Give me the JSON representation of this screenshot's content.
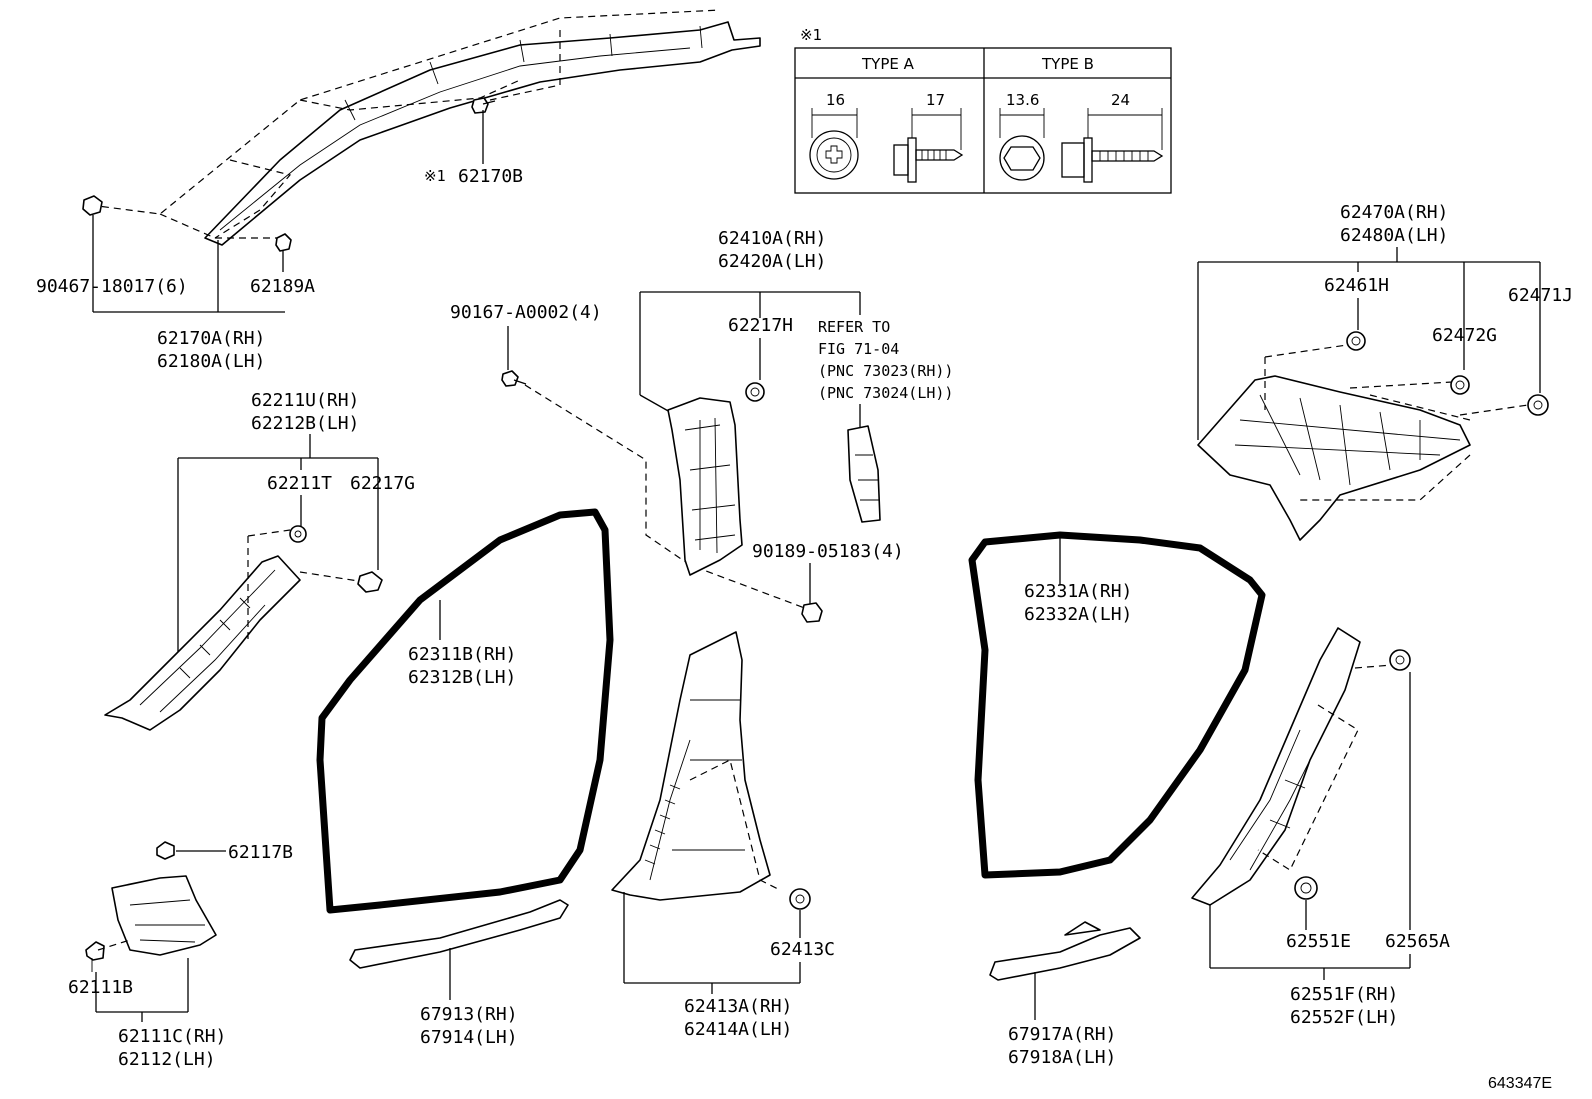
{
  "note_mark": "※1",
  "table": {
    "header_mark": "※1",
    "type_a": "TYPE A",
    "type_b": "TYPE B",
    "dims": {
      "a_head": "16",
      "a_len": "17",
      "b_head": "13.6",
      "b_len": "24"
    }
  },
  "labels": {
    "p62170B_mark": "※1",
    "p62170B": "62170B",
    "p90467": "90467-18017(6)",
    "p62189A": "62189A",
    "p62170A": "62170A(RH)",
    "p62180A": "62180A(LH)",
    "p62211U": "62211U(RH)",
    "p62212B": "62212B(LH)",
    "p62211T": "62211T",
    "p62217G": "62217G",
    "p90167": "90167-A0002(4)",
    "p62410A": "62410A(RH)",
    "p62420A": "62420A(LH)",
    "p62217H": "62217H",
    "refer1": "REFER TO",
    "refer2": "FIG 71-04",
    "refer3": "(PNC 73023(RH))",
    "refer4": "(PNC 73024(LH))",
    "p90189": "90189-05183(4)",
    "p62470A": "62470A(RH)",
    "p62480A": "62480A(LH)",
    "p62461H": "62461H",
    "p62471J": "62471J",
    "p62472G": "62472G",
    "p62311B": "62311B(RH)",
    "p62312B": "62312B(LH)",
    "p62331A": "62331A(RH)",
    "p62332A": "62332A(LH)",
    "p62117B": "62117B",
    "p62111B": "62111B",
    "p62111C": "62111C(RH)",
    "p62112": "62112(LH)",
    "p67913": "67913(RH)",
    "p67914": "67914(LH)",
    "p62413C": "62413C",
    "p62413A": "62413A(RH)",
    "p62414A": "62414A(LH)",
    "p67917A": "67917A(RH)",
    "p67918A": "67918A(LH)",
    "p62551E": "62551E",
    "p62565A": "62565A",
    "p62551F": "62551F(RH)",
    "p62552F": "62552F(LH)"
  },
  "illustration_code": "643347E"
}
